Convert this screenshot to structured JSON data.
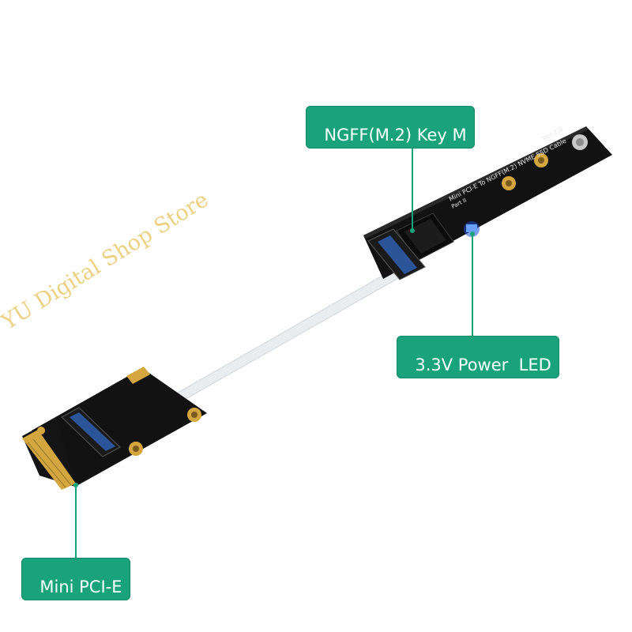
{
  "callouts": {
    "ngff_key_m": "NGFF(M.2) Key M",
    "power_led": "3.3V Power  LED",
    "mini_pcie": "Mini PCI-E"
  },
  "watermark": "YU Digital Shop Store",
  "board_text": {
    "m2_title": "Mini PCI-E To NGFF(M.2) NVME SSD Cable",
    "m2_version": "Ver:2.0",
    "m2_part": "Part II"
  },
  "colors": {
    "callout_bg": "#1aa37a",
    "board": "#111111",
    "gold_contacts": "#d4a640",
    "led": "#3a7bff",
    "cable": "#e8ecef"
  }
}
